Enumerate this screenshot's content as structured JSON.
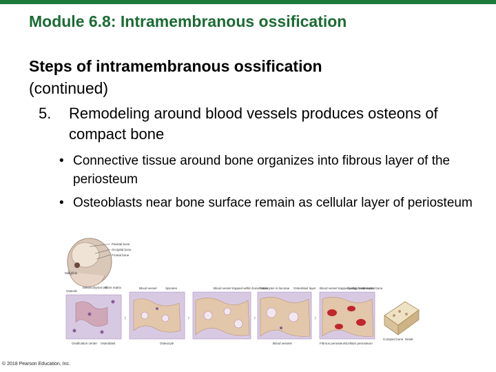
{
  "slide": {
    "module_title": "Module 6.8: Intramembranous ossification",
    "heading_bold": "Steps of intramembranous ossification",
    "heading_sub": "(continued)",
    "step": {
      "number": "5.",
      "text": "Remodeling around blood vessels produces osteons of compact bone"
    },
    "bullets": [
      "Connective tissue around bone organizes into fibrous layer of the periosteum",
      "Osteoblasts near bone surface remain as cellular layer of periosteum"
    ],
    "bullet_symbol": "•",
    "copyright": "© 2018 Pearson Education, Inc.",
    "accent_color": "#1e7a3c",
    "title_color": "#1b6b33"
  },
  "figure": {
    "skull_labels": [
      "Parietal bone",
      "Occipital bone",
      "Frontal bone",
      "Mandible"
    ],
    "panel_labels": {
      "p1_top": [
        "Osteoid",
        "Mesenchymal cell",
        "Bone matrix"
      ],
      "p1_bottom": [
        "Ossification center",
        "Osteoblast"
      ],
      "p2_top": [
        "Blood vessel",
        "Spicules"
      ],
      "p2_bottom": [
        "Osteocyte"
      ],
      "p3_top": [
        "Blood vessel trapped within bone matrix"
      ],
      "p4_top": [
        "Osteocytes in lacunae",
        "Osteoblast layer"
      ],
      "p4_bottom": [
        "Blood vessels"
      ],
      "p5_top": [
        "Blood vessel trapped within bone matrix",
        "Spongy bone",
        "Compact bone"
      ],
      "p5_bottom": [
        "Fibrous periosteum",
        "Cellular periosteum"
      ],
      "p6_bottom": [
        "Compact bone",
        "Distal"
      ]
    }
  }
}
